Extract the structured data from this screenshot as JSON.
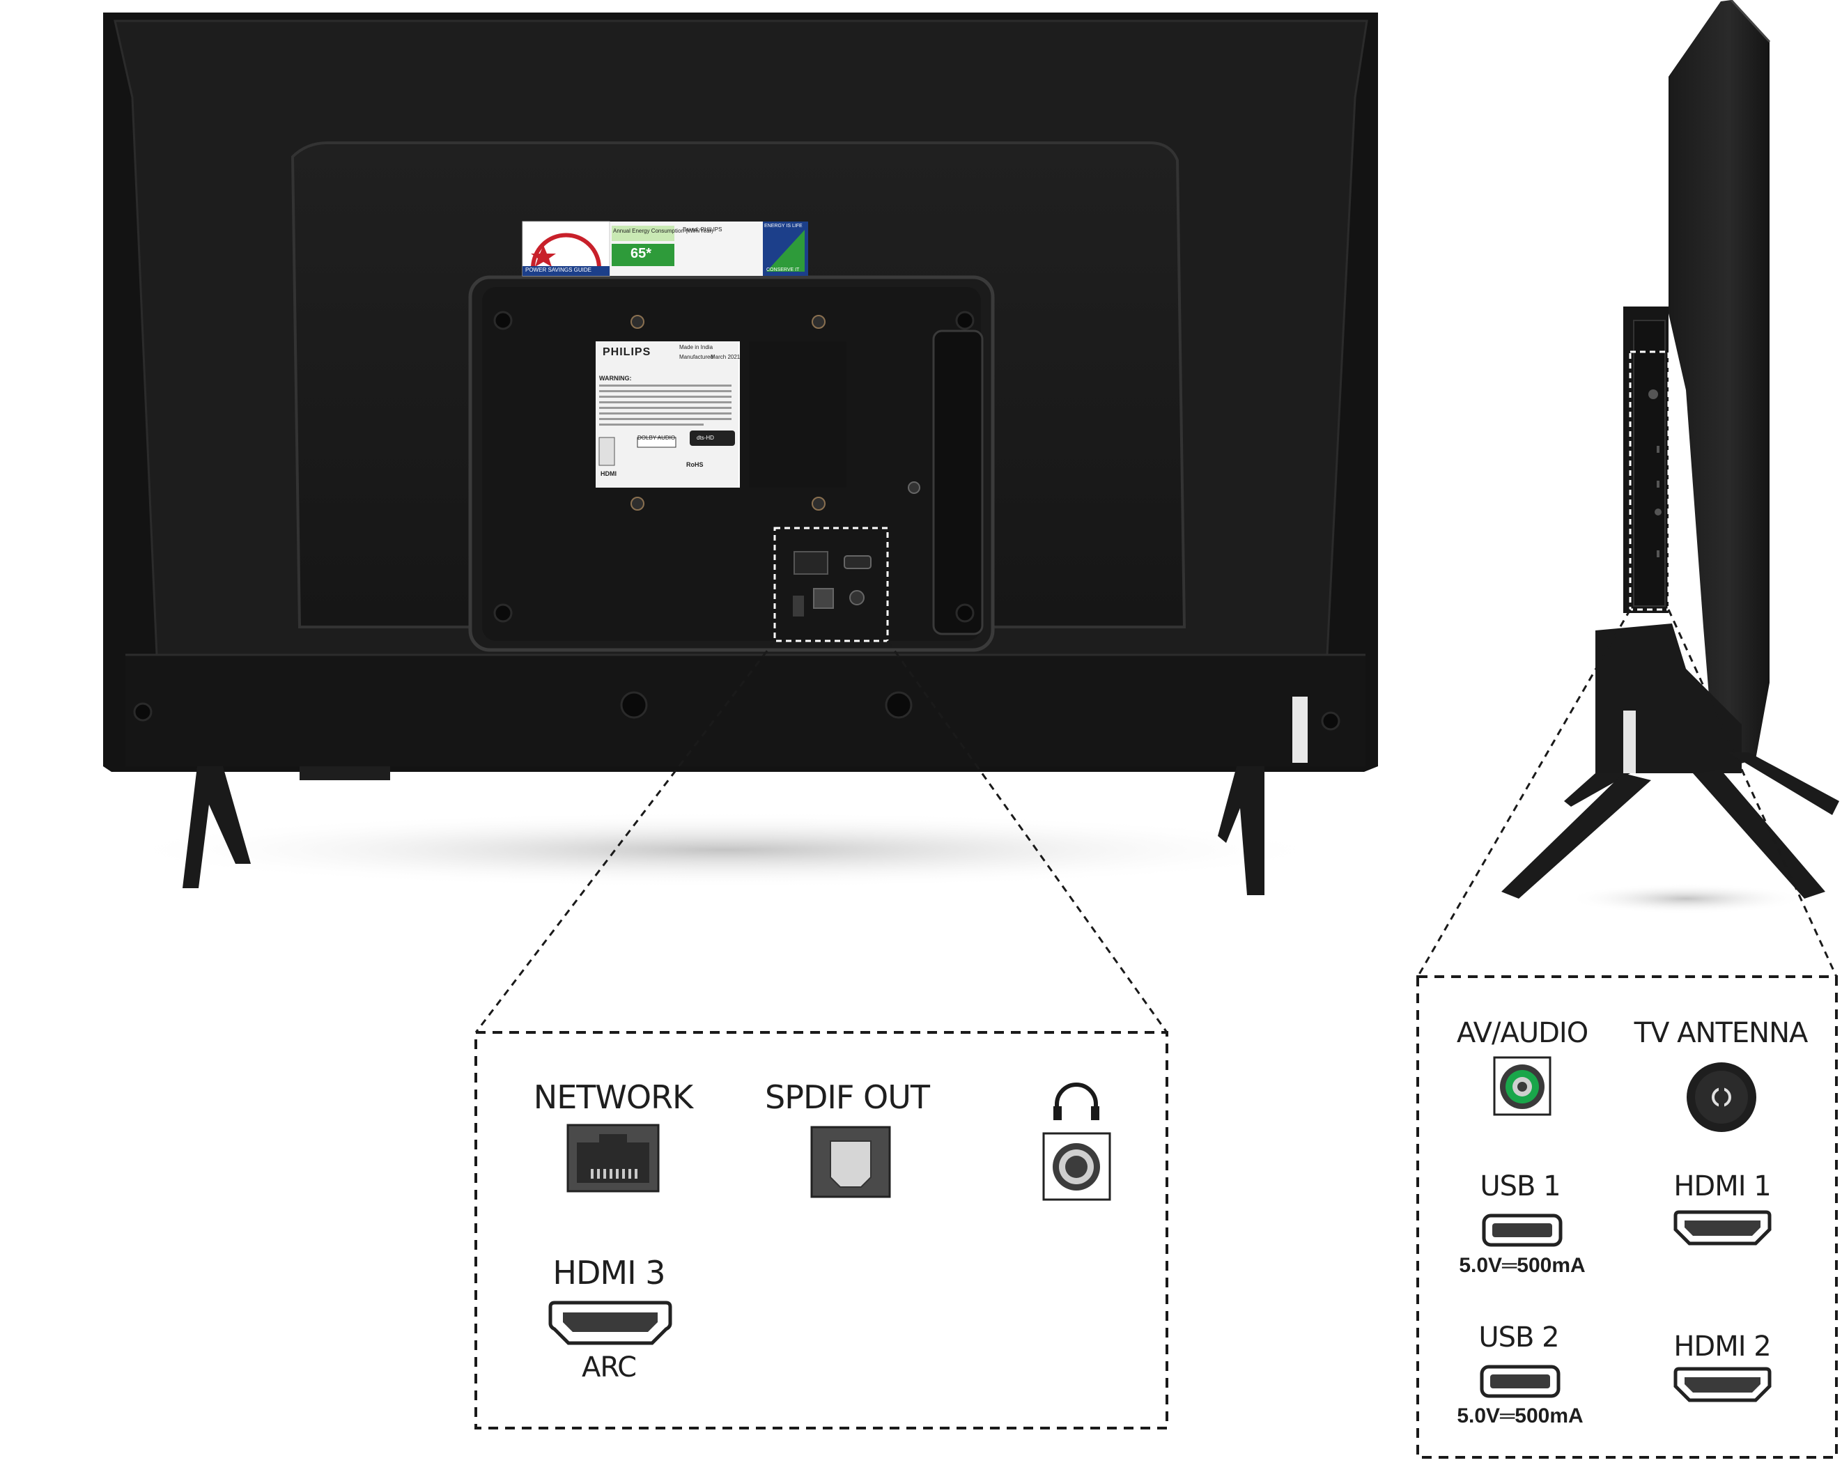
{
  "brand": "PHILIPS",
  "energy_label": {
    "stars_text": "POWER SAVINGS GUIDE",
    "consumption_title": "Annual Energy Consumption (kWh/Year)",
    "consumption_value": "65*",
    "brand_row": "Brand: PHILIPS",
    "side_text": "ENERGY IS LIFE",
    "side_text_2": "CONSERVE IT"
  },
  "rating_label": {
    "brand": "PHILIPS",
    "made_in": "Made in India",
    "manufactured": "Manufactured",
    "date": "March 2021",
    "warning": "WARNING:",
    "dolby": "DOLBY AUDIO",
    "dts": "dts-HD",
    "hdmi": "HDMI",
    "rohs": "RoHS"
  },
  "callout_back": {
    "network": "NETWORK",
    "spdif_out": "SPDIF OUT",
    "hdmi3": "HDMI 3",
    "arc": "ARC",
    "headphone_icon": "headphone-icon"
  },
  "callout_side": {
    "av_audio": "AV/AUDIO",
    "tv_antenna": "TV ANTENNA",
    "usb1": "USB 1",
    "usb1_power": "5.0V═500mA",
    "hdmi1": "HDMI 1",
    "usb2": "USB 2",
    "usb2_power": "5.0V═500mA",
    "hdmi2": "HDMI 2"
  },
  "colors": {
    "tv_body": "#141414",
    "panel": "#1c1c1c",
    "av_green": "#19a64a",
    "energy_green": "#2e9b3a",
    "energy_red": "#c8202a",
    "callout_border": "#1a1a1a"
  }
}
